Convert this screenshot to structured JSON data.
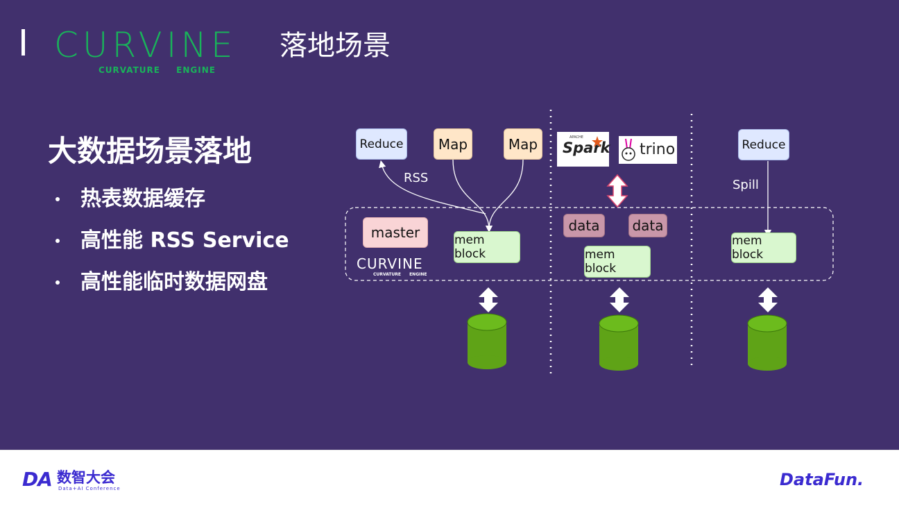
{
  "header": {
    "logo_word": "CURVINE",
    "logo_sub": "CURVATURE ENGINE",
    "title": "落地场景"
  },
  "content": {
    "section_title": "大数据场景落地",
    "bullets": [
      "热表数据缓存",
      "高性能 RSS Service",
      "高性能临时数据网盘"
    ]
  },
  "diagram": {
    "column1": {
      "reduce_label": "Reduce",
      "map1_label": "Map",
      "map2_label": "Map",
      "rss_label": "RSS",
      "master_label": "master",
      "curvine_word": "CURVINE",
      "curvine_sub": "CURVATURE ENGINE",
      "mem_block_label": "mem block"
    },
    "column2": {
      "spark_apache": "APACHE",
      "spark_label": "Spark",
      "trino_label": "trino",
      "data1_label": "data",
      "data2_label": "data",
      "mem_block_label": "mem block"
    },
    "column3": {
      "reduce_label": "Reduce",
      "spill_label": "Spill",
      "mem_block_label": "mem block"
    },
    "colors": {
      "background": "#41306d",
      "disk": "#5fa317",
      "disk_top": "#6cbb1d",
      "arrow": "#ffffff",
      "arrow_pink": "#e0466e",
      "accent_green": "#19b35a"
    },
    "icons": [
      "double-arrow-icon",
      "disk-icon",
      "spark-star-icon",
      "trino-bunny-icon"
    ]
  },
  "footer": {
    "left_brand_letters": "DA",
    "left_brand_text": "数智大会",
    "left_brand_sub": "Data+AI Conference",
    "right_brand": "DataFun."
  }
}
